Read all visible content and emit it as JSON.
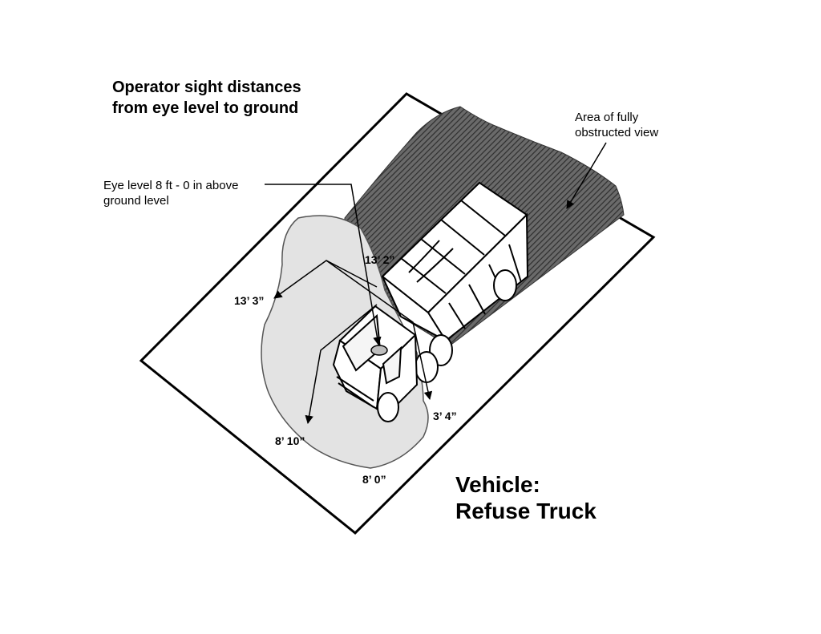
{
  "title_line1": "Operator sight distances",
  "title_line2": "from  eye level to ground",
  "obstructed_line1": "Area of fully",
  "obstructed_line2": "obstructed view",
  "eye_line1": "Eye level 8 ft - 0 in above",
  "eye_line2": "ground level",
  "dims": {
    "front_left_far": "13’ 3”",
    "top_center": "13’ 2”",
    "right_side": "3’ 4”",
    "front_left_near": "8’ 10”",
    "front_center": "8’ 0”"
  },
  "vehicle_line1": "Vehicle:",
  "vehicle_line2": "Refuse Truck",
  "colors": {
    "visible_zone": "#e3e3e3",
    "obstructed_hatch": "#505050",
    "outline": "#000000"
  }
}
